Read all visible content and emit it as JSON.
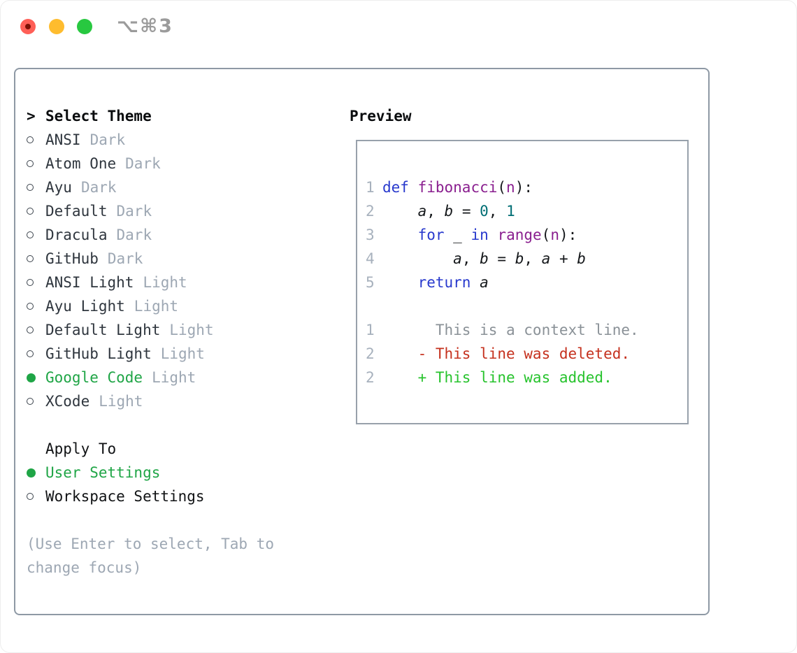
{
  "window": {
    "title_shortcut": "⌥⌘3"
  },
  "titlebar_buttons": [
    {
      "name": "close"
    },
    {
      "name": "minimize"
    },
    {
      "name": "zoom"
    }
  ],
  "icons": {
    "radio_unselected": "circle-outline",
    "radio_selected": "circle-filled-green",
    "selection_arrow": ">"
  },
  "theme_panel": {
    "title_prefix": ">",
    "title": "Select Theme",
    "themes": [
      {
        "name": "ANSI",
        "variant": "Dark",
        "selected": false
      },
      {
        "name": "Atom One",
        "variant": "Dark",
        "selected": false
      },
      {
        "name": "Ayu",
        "variant": "Dark",
        "selected": false
      },
      {
        "name": "Default",
        "variant": "Dark",
        "selected": false
      },
      {
        "name": "Dracula",
        "variant": "Dark",
        "selected": false
      },
      {
        "name": "GitHub",
        "variant": "Dark",
        "selected": false
      },
      {
        "name": "ANSI Light",
        "variant": "Light",
        "selected": false
      },
      {
        "name": "Ayu Light",
        "variant": "Light",
        "selected": false
      },
      {
        "name": "Default Light",
        "variant": "Light",
        "selected": false
      },
      {
        "name": "GitHub Light",
        "variant": "Light",
        "selected": false
      },
      {
        "name": "Google Code",
        "variant": "Light",
        "selected": true
      },
      {
        "name": "XCode",
        "variant": "Light",
        "selected": false
      }
    ],
    "apply_to": {
      "title": "Apply To",
      "options": [
        {
          "label": "User Settings",
          "selected": true
        },
        {
          "label": "Workspace Settings",
          "selected": false
        }
      ]
    },
    "hint_lines": [
      "(Use Enter to select, Tab to",
      "change focus)"
    ]
  },
  "preview": {
    "title": "Preview",
    "code_lines": [
      {
        "num": "1",
        "tokens": [
          {
            "t": "def",
            "c": "kw"
          },
          {
            "t": " ",
            "c": "pl"
          },
          {
            "t": "fibonacci",
            "c": "fn"
          },
          {
            "t": "(",
            "c": "pl"
          },
          {
            "t": "n",
            "c": "fn"
          },
          {
            "t": "):",
            "c": "pl"
          }
        ]
      },
      {
        "num": "2",
        "tokens": [
          {
            "t": "    ",
            "c": "pl"
          },
          {
            "t": "a",
            "c": "var"
          },
          {
            "t": ", ",
            "c": "pl"
          },
          {
            "t": "b",
            "c": "var"
          },
          {
            "t": " = ",
            "c": "pl"
          },
          {
            "t": "0",
            "c": "lit"
          },
          {
            "t": ", ",
            "c": "pl"
          },
          {
            "t": "1",
            "c": "lit"
          }
        ]
      },
      {
        "num": "3",
        "tokens": [
          {
            "t": "    ",
            "c": "pl"
          },
          {
            "t": "for",
            "c": "kw"
          },
          {
            "t": " ",
            "c": "pl"
          },
          {
            "t": "_",
            "c": "var"
          },
          {
            "t": " ",
            "c": "pl"
          },
          {
            "t": "in",
            "c": "kw"
          },
          {
            "t": " ",
            "c": "pl"
          },
          {
            "t": "range",
            "c": "fn"
          },
          {
            "t": "(",
            "c": "pl"
          },
          {
            "t": "n",
            "c": "fn"
          },
          {
            "t": "):",
            "c": "pl"
          }
        ]
      },
      {
        "num": "4",
        "tokens": [
          {
            "t": "        ",
            "c": "pl"
          },
          {
            "t": "a",
            "c": "var"
          },
          {
            "t": ", ",
            "c": "pl"
          },
          {
            "t": "b",
            "c": "var"
          },
          {
            "t": " = ",
            "c": "pl"
          },
          {
            "t": "b",
            "c": "var"
          },
          {
            "t": ", ",
            "c": "pl"
          },
          {
            "t": "a",
            "c": "var"
          },
          {
            "t": " + ",
            "c": "pl"
          },
          {
            "t": "b",
            "c": "var"
          }
        ]
      },
      {
        "num": "5",
        "tokens": [
          {
            "t": "    ",
            "c": "pl"
          },
          {
            "t": "return",
            "c": "kw"
          },
          {
            "t": " ",
            "c": "pl"
          },
          {
            "t": "a",
            "c": "var"
          }
        ]
      }
    ],
    "diff_lines": [
      {
        "num": "1",
        "kind": "context",
        "text": "      This is a context line."
      },
      {
        "num": "2",
        "kind": "deleted",
        "text": "    - This line was deleted."
      },
      {
        "num": "2",
        "kind": "added",
        "text": "    + This line was added."
      }
    ]
  },
  "colors": {
    "panel_border": "#8e99a5",
    "preview_border": "#98a1ab",
    "text": "#2f363e",
    "muted": "#9da7b3",
    "heading": "#0a0c0e",
    "green": "#1fa546",
    "code_keyword": "#2839cd",
    "code_function": "#8a1f8f",
    "code_literal": "#006e74",
    "code_plain": "#15181b",
    "line_number": "#a7b1bd",
    "diff_context": "#8a9197",
    "diff_deleted": "#c5311e",
    "diff_added": "#27c32d",
    "titlebar_text": "#9b9b9b",
    "traffic_red": "#ff5f57",
    "traffic_red_dot": "#7d1106",
    "traffic_yellow": "#febc2e",
    "traffic_green": "#28c840"
  }
}
